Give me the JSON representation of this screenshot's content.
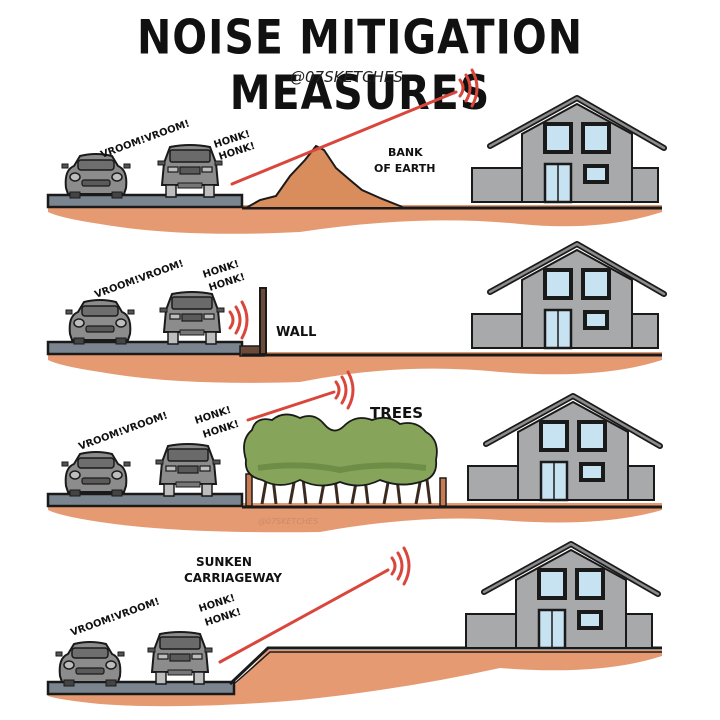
{
  "title": "NOISE MITIGATION MEASURES",
  "handle": "@07SKETCHES",
  "colors": {
    "ground": "#e69a72",
    "road": "#7b8590",
    "house": "#a8a9ab",
    "window": "#c7e3f2",
    "sound_wave": "#d9473c",
    "tree_foliage": "#86a55a",
    "earth_bank": "#d98c5c",
    "outline": "#1a1a1a"
  },
  "panels": [
    {
      "id": "bank-of-earth",
      "label_lines": [
        "BANK",
        "OF EARTH"
      ],
      "car_sound_1": "VROOM!VROOM!",
      "car_sound_2_lines": [
        "HONK!",
        "HONK!"
      ]
    },
    {
      "id": "wall",
      "label_lines": [
        "WALL"
      ],
      "car_sound_1": "VROOM!VROOM!",
      "car_sound_2_lines": [
        "HONK!",
        "HONK!"
      ]
    },
    {
      "id": "trees",
      "label_lines": [
        "TREES"
      ],
      "car_sound_1": "VROOM!VROOM!",
      "car_sound_2_lines": [
        "HONK!",
        "HONK!"
      ],
      "watermark": "@07SKETCHES"
    },
    {
      "id": "sunken-carriageway",
      "label_lines": [
        "SUNKEN",
        "CARRIAGEWAY"
      ],
      "car_sound_1": "VROOM!VROOM!",
      "car_sound_2_lines": [
        "HONK!",
        "HONK!"
      ]
    }
  ]
}
